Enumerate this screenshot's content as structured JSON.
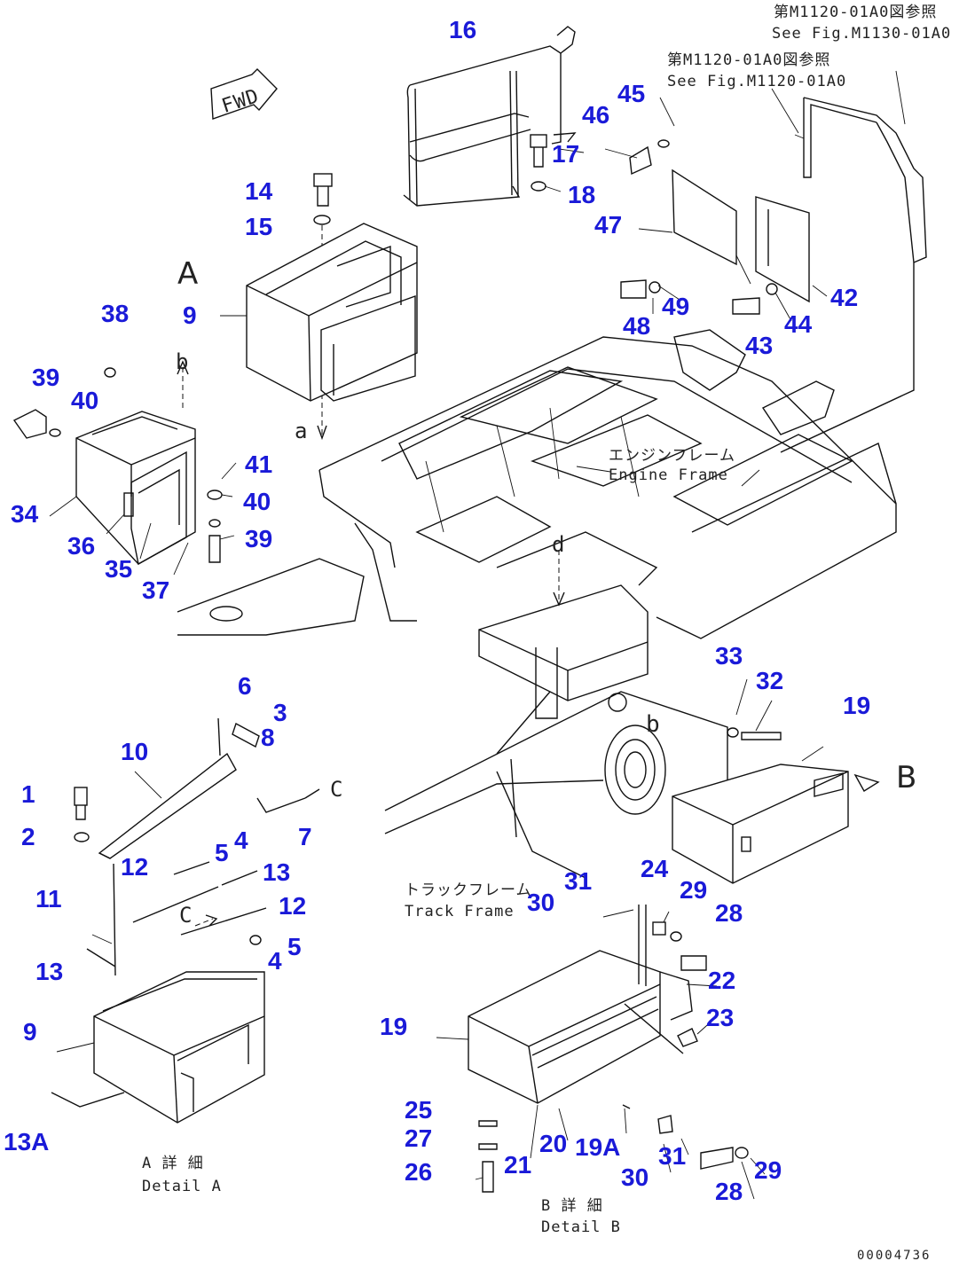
{
  "figure": {
    "document_id": "00004736",
    "fwd_label": "FWD",
    "view_markers": {
      "A": "A",
      "B": "B",
      "a_arrow": "a",
      "b_arrow": "b",
      "c_arrow": "C",
      "d_arrow": "d",
      "b_lower": "b"
    },
    "references": [
      {
        "jp": "第M1120-01A0図参照",
        "en": "See Fig.M1130-01A0"
      },
      {
        "jp": "第M1120-01A0図参照",
        "en": "See Fig.M1120-01A0"
      }
    ],
    "frame_labels": {
      "engine_jp": "エンジンフレーム",
      "engine_en": "Engine Frame",
      "track_jp": "トラックフレーム",
      "track_en": "Track Frame"
    },
    "details": {
      "a_jp": "A 詳 細",
      "a_en": "Detail A",
      "b_jp": "B 詳 細",
      "b_en": "Detail B"
    }
  },
  "callouts": {
    "c16": "16",
    "c46": "46",
    "c45": "45",
    "c17": "17",
    "c14": "14",
    "c18": "18",
    "c15": "15",
    "c47": "47",
    "c9a": "9",
    "c48": "48",
    "c49": "49",
    "c42": "42",
    "c43": "43",
    "c44": "44",
    "c38": "38",
    "c39a": "39",
    "c40a": "40",
    "c41": "41",
    "c40b": "40",
    "c39b": "39",
    "c34": "34",
    "c36": "36",
    "c35": "35",
    "c37": "37",
    "c6": "6",
    "c3": "3",
    "c10": "10",
    "c8": "8",
    "c1": "1",
    "c2": "2",
    "c4a": "4",
    "c5a": "5",
    "c7": "7",
    "c11": "11",
    "c12a": "12",
    "c13a": "13",
    "c12b": "12",
    "c13b": "13",
    "c5b": "5",
    "c4b": "4",
    "c9b": "9",
    "c13A": "13A",
    "c33": "33",
    "c32": "32",
    "c19a": "19",
    "c31a": "31",
    "c24": "24",
    "c30a": "30",
    "c29a": "29",
    "c28a": "28",
    "c22": "22",
    "c19b": "19",
    "c23": "23",
    "c25": "25",
    "c27": "27",
    "c26": "26",
    "c21": "21",
    "c20": "20",
    "c19A": "19A",
    "c31b": "31",
    "c30b": "30",
    "c29b": "29",
    "c28b": "28"
  }
}
